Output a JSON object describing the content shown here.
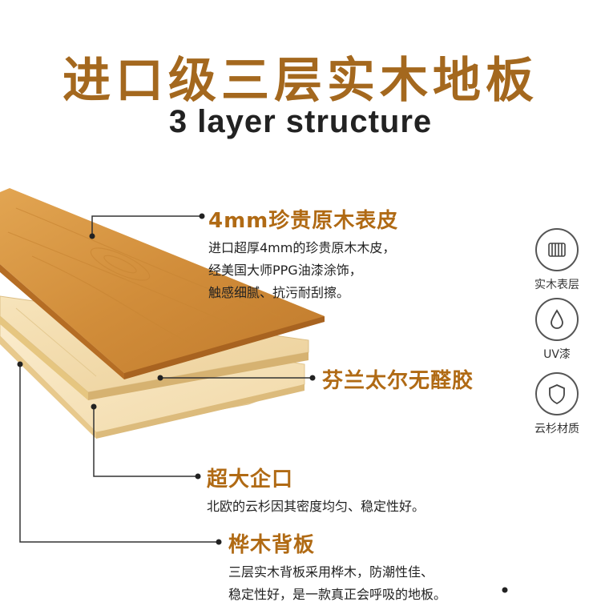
{
  "header": {
    "title": "进口级三层实木地板",
    "subtitle": "3 layer structure"
  },
  "callouts": [
    {
      "heading": "4mm珍贵原木表皮",
      "desc": "进口超厚4mm的珍贵原木木皮，\n经美国大师PPG油漆涂饰，\n触感细腻、抗污耐刮擦。"
    },
    {
      "heading": "芬兰太尔无醛胶",
      "desc": ""
    },
    {
      "heading": "超大企口",
      "desc": "北欧的云杉因其密度均匀、稳定性好。"
    },
    {
      "heading": "桦木背板",
      "desc": "三层实木背板采用桦木，防潮性佳、\n稳定性好，是一款真正会呼吸的地板。"
    }
  ],
  "features": [
    {
      "icon": "wood-layers-icon",
      "label": "实木表层"
    },
    {
      "icon": "water-drop-icon",
      "label": "UV漆"
    },
    {
      "icon": "shield-icon",
      "label": "云杉材质"
    }
  ],
  "colors": {
    "title": "#a4681e",
    "heading": "#b06a14",
    "top_layer": "#d9953f",
    "core_layer": "#f2d79f",
    "back_layer": "#f6e2b8"
  }
}
